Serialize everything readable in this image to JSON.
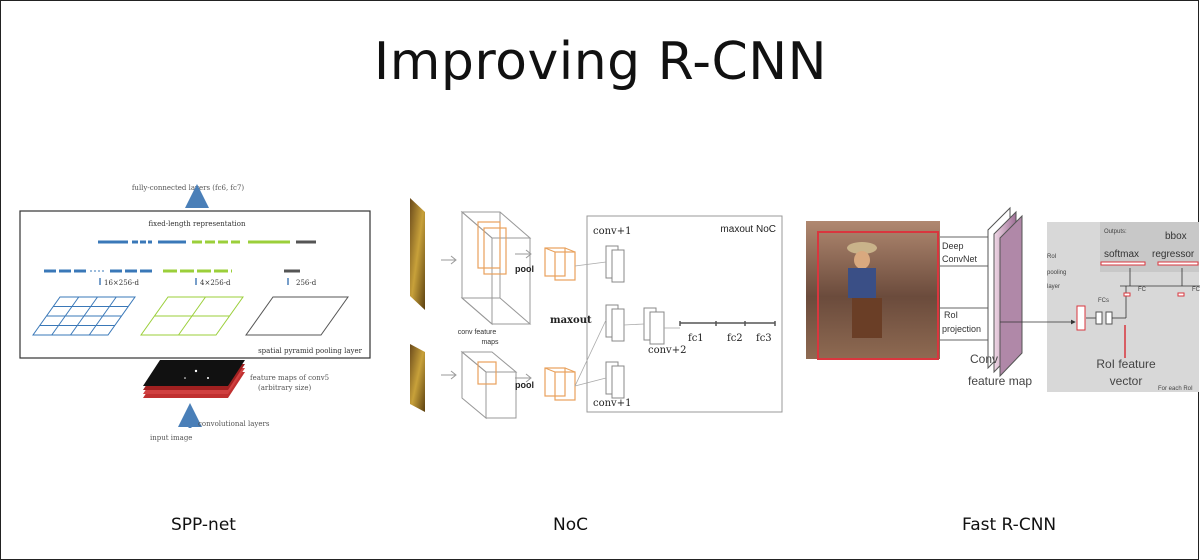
{
  "slide": {
    "title": "Improving R-CNN",
    "captions": [
      "SPP-net",
      "NoC",
      "Fast R-CNN"
    ]
  },
  "spp": {
    "fc_label": "fully-connected layers (fc6, fc7)",
    "fixed_label": "fixed-length representation",
    "bin16": "16×256-d",
    "bin4": "4×256-d",
    "bin1": "256-d",
    "pool_label": "spatial pyramid pooling layer",
    "feat_label1": "feature maps of conv5",
    "feat_label2": "(arbitrary size)",
    "conv_label": "convolutional layers",
    "input_label": "input image"
  },
  "noc": {
    "maxout_noc": "maxout NoC",
    "conv1_top": "conv+1",
    "conv1_bot": "conv+1",
    "conv2": "conv+2",
    "maxout": "maxout",
    "pool_top": "pool",
    "pool_bot": "pool",
    "conv_feat1": "conv feature",
    "conv_feat2": "maps",
    "fc1": "fc1",
    "fc2": "fc2",
    "fc3": "fc3"
  },
  "frcnn": {
    "deep1": "Deep",
    "deep2": "ConvNet",
    "roi_proj1": "RoI",
    "roi_proj2": "projection",
    "conv_map1": "Conv",
    "conv_map2": "feature map",
    "roi_pool1": "RoI",
    "roi_pool2": "pooling",
    "roi_pool3": "layer",
    "fcs": "FCs",
    "outputs": "Outputs:",
    "softmax": "softmax",
    "bbox1": "bbox",
    "bbox2": "regressor",
    "fc_a": "FC",
    "fc_b": "FC",
    "roi_vec1": "RoI feature",
    "roi_vec2": "vector",
    "for_each": "For each RoI"
  },
  "colors": {
    "blue": "#3a78b8",
    "green": "#9bcf3a",
    "orange": "#e8a15c",
    "red": "#d9363e",
    "panel": "#d8d8d8"
  }
}
